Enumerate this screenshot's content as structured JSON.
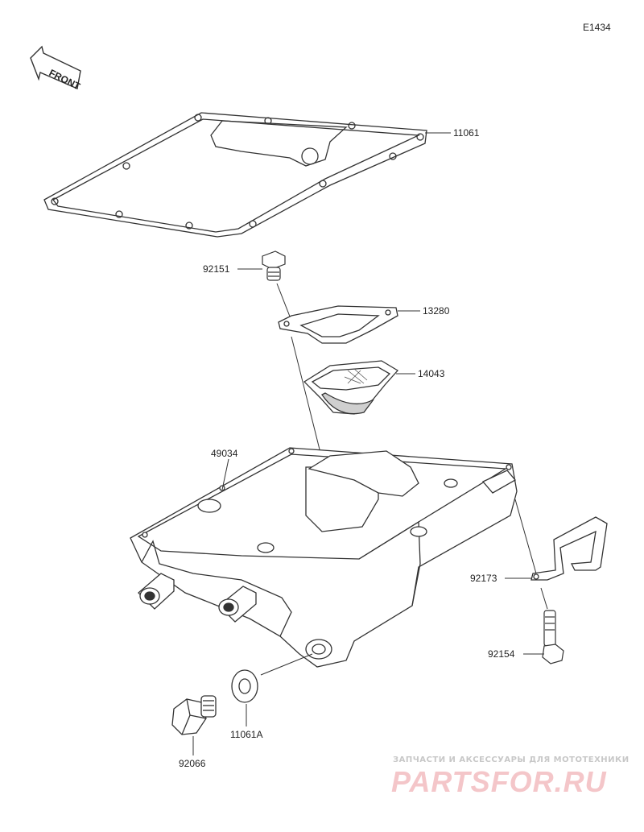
{
  "diagram_code": "E1434",
  "front_label": "FRONT",
  "parts": {
    "p11061": "11061",
    "p92151": "92151",
    "p13280": "13280",
    "p14043": "14043",
    "p49034": "49034",
    "p92173": "92173",
    "p92154": "92154",
    "p11061A": "11061A",
    "p92066": "92066"
  },
  "watermark": {
    "tagline": "ЗАПЧАСТИ И АКСЕССУАРЫ ДЛЯ МОТОТЕХНИКИ",
    "logo": "PARTSFOR.RU",
    "color": "#f0b4b8"
  }
}
